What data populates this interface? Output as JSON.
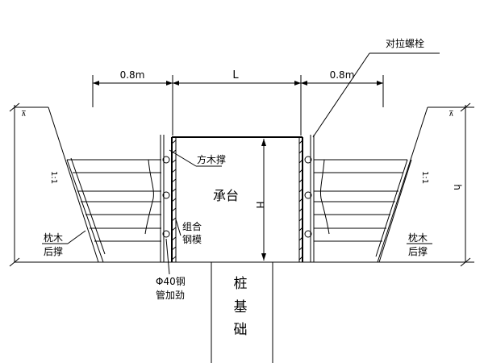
{
  "dimensions": {
    "left_spacing": "0.8m",
    "center_span": "L",
    "right_spacing": "0.8m",
    "slope_left": "1:1",
    "slope_right": "1:1",
    "cap_height": "H",
    "excavation_height": "h"
  },
  "labels": {
    "tie_bolt": "对拉螺栓",
    "timber_brace": "方木撑",
    "pile_cap": "承台",
    "steel_formwork_1": "组合",
    "steel_formwork_2": "钢模",
    "pipe_stiffener_1": "Φ40钢",
    "pipe_stiffener_2": "管加劲",
    "pillow_brace_left_1": "枕木",
    "pillow_brace_left_2": "后撑",
    "pillow_brace_right_1": "枕木",
    "pillow_brace_right_2": "后撑",
    "pile_foundation": [
      "桩",
      "基",
      "础"
    ]
  }
}
